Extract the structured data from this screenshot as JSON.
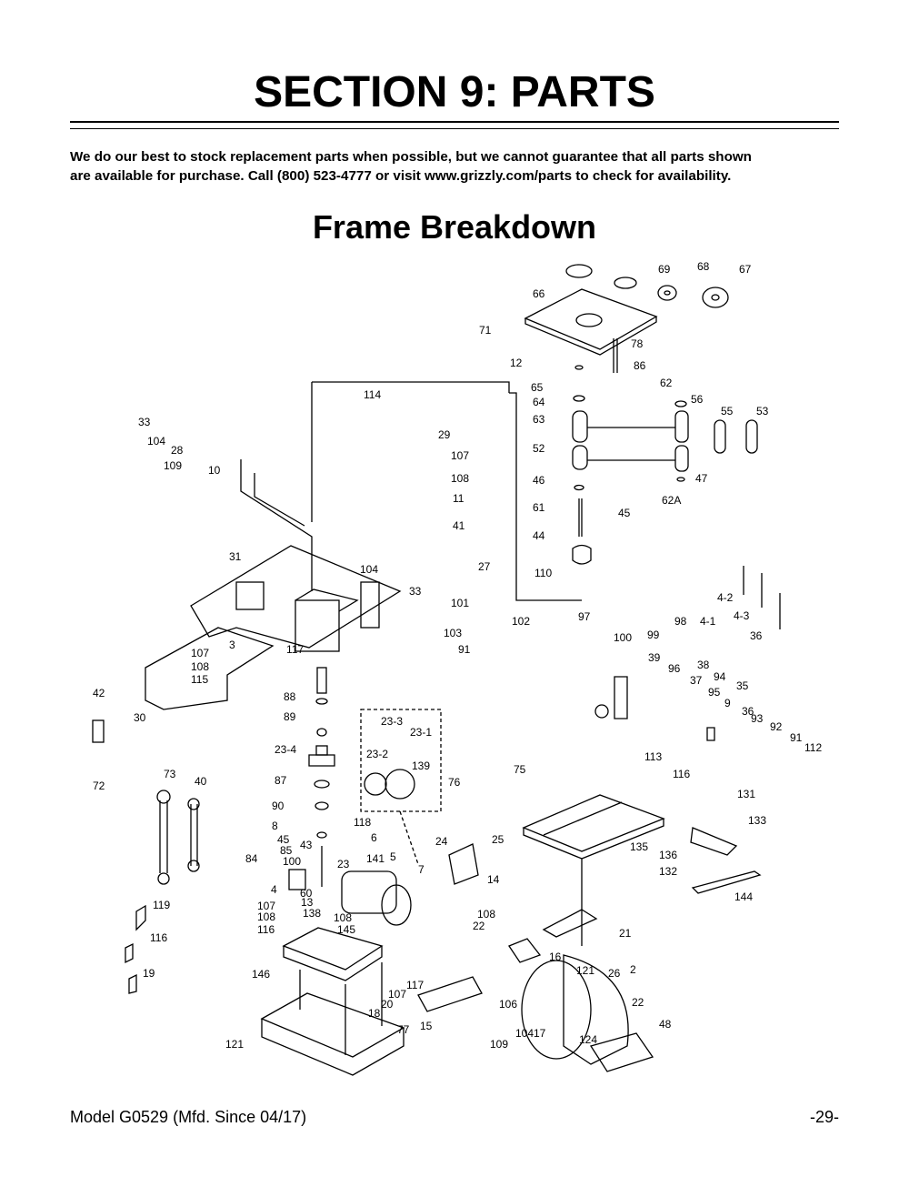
{
  "header": {
    "title": "SECTION 9: PARTS",
    "intro_line1": "We do our best to stock replacement parts when possible, but we cannot guarantee that all parts shown",
    "intro_line2_a": "are available for purchase. Call ",
    "intro_phone": "(800) 523-4777",
    "intro_line2_b": " or visit ",
    "intro_url": "www.grizzly.com/parts",
    "intro_line2_c": " to check for availability."
  },
  "subtitle": "Frame Breakdown",
  "callouts": [
    "66",
    "69",
    "68",
    "67",
    "71",
    "12",
    "78",
    "86",
    "65",
    "64",
    "63",
    "62",
    "56",
    "55",
    "53",
    "52",
    "47",
    "46",
    "62A",
    "61",
    "45",
    "44",
    "110",
    "114",
    "33",
    "104",
    "28",
    "109",
    "10",
    "29",
    "107",
    "108",
    "11",
    "41",
    "31",
    "104",
    "27",
    "33",
    "101",
    "103",
    "102",
    "91",
    "97",
    "98",
    "4-1",
    "4-2",
    "4-3",
    "36",
    "100",
    "99",
    "39",
    "96",
    "38",
    "37",
    "94",
    "95",
    "35",
    "9",
    "36",
    "93",
    "92",
    "91",
    "112",
    "113",
    "116",
    "107",
    "108",
    "115",
    "3",
    "117",
    "42",
    "30",
    "88",
    "89",
    "23-4",
    "23-3",
    "23-1",
    "23-2",
    "139",
    "72",
    "73",
    "40",
    "87",
    "90",
    "8",
    "118",
    "6",
    "43",
    "45",
    "85",
    "100",
    "84",
    "141",
    "5",
    "23",
    "7",
    "4",
    "60",
    "13",
    "138",
    "76",
    "75",
    "25",
    "24",
    "14",
    "135",
    "131",
    "133",
    "136",
    "132",
    "144",
    "119",
    "107",
    "108",
    "116",
    "108",
    "145",
    "116",
    "108",
    "22",
    "21",
    "16",
    "2",
    "146",
    "19",
    "121",
    "26",
    "117",
    "107",
    "20",
    "106",
    "18",
    "22",
    "77",
    "15",
    "104",
    "17",
    "48",
    "124",
    "121",
    "109"
  ],
  "footer": {
    "model": "Model G0529 (Mfd. Since 04/17)",
    "page": "-29-"
  }
}
